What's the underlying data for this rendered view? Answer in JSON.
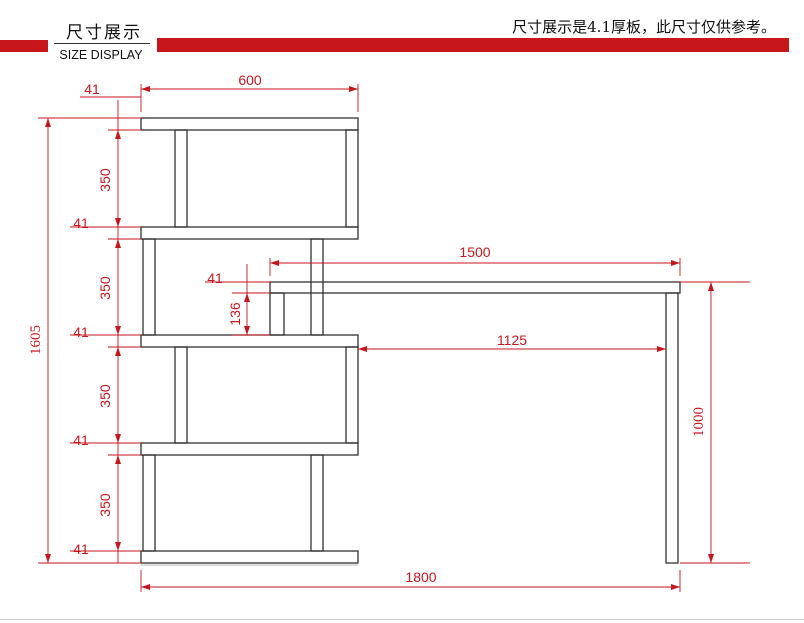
{
  "header": {
    "title_cn": "尺寸展示",
    "title_en": "SIZE DISPLAY",
    "note": "尺寸展示是4.1厚板，此尺寸仅供参考。"
  },
  "colors": {
    "accent": "#c8161d",
    "dimension": "#c8161d",
    "outline": "#333333"
  },
  "dimensions": {
    "shelf_width": "600",
    "board_thickness": "41",
    "shelf_gap": "350",
    "total_height": "1605",
    "desk_length": "1500",
    "desk_board": "41",
    "desk_drop": "136",
    "desk_inner": "1125",
    "desk_height": "1000",
    "total_length": "1800"
  }
}
